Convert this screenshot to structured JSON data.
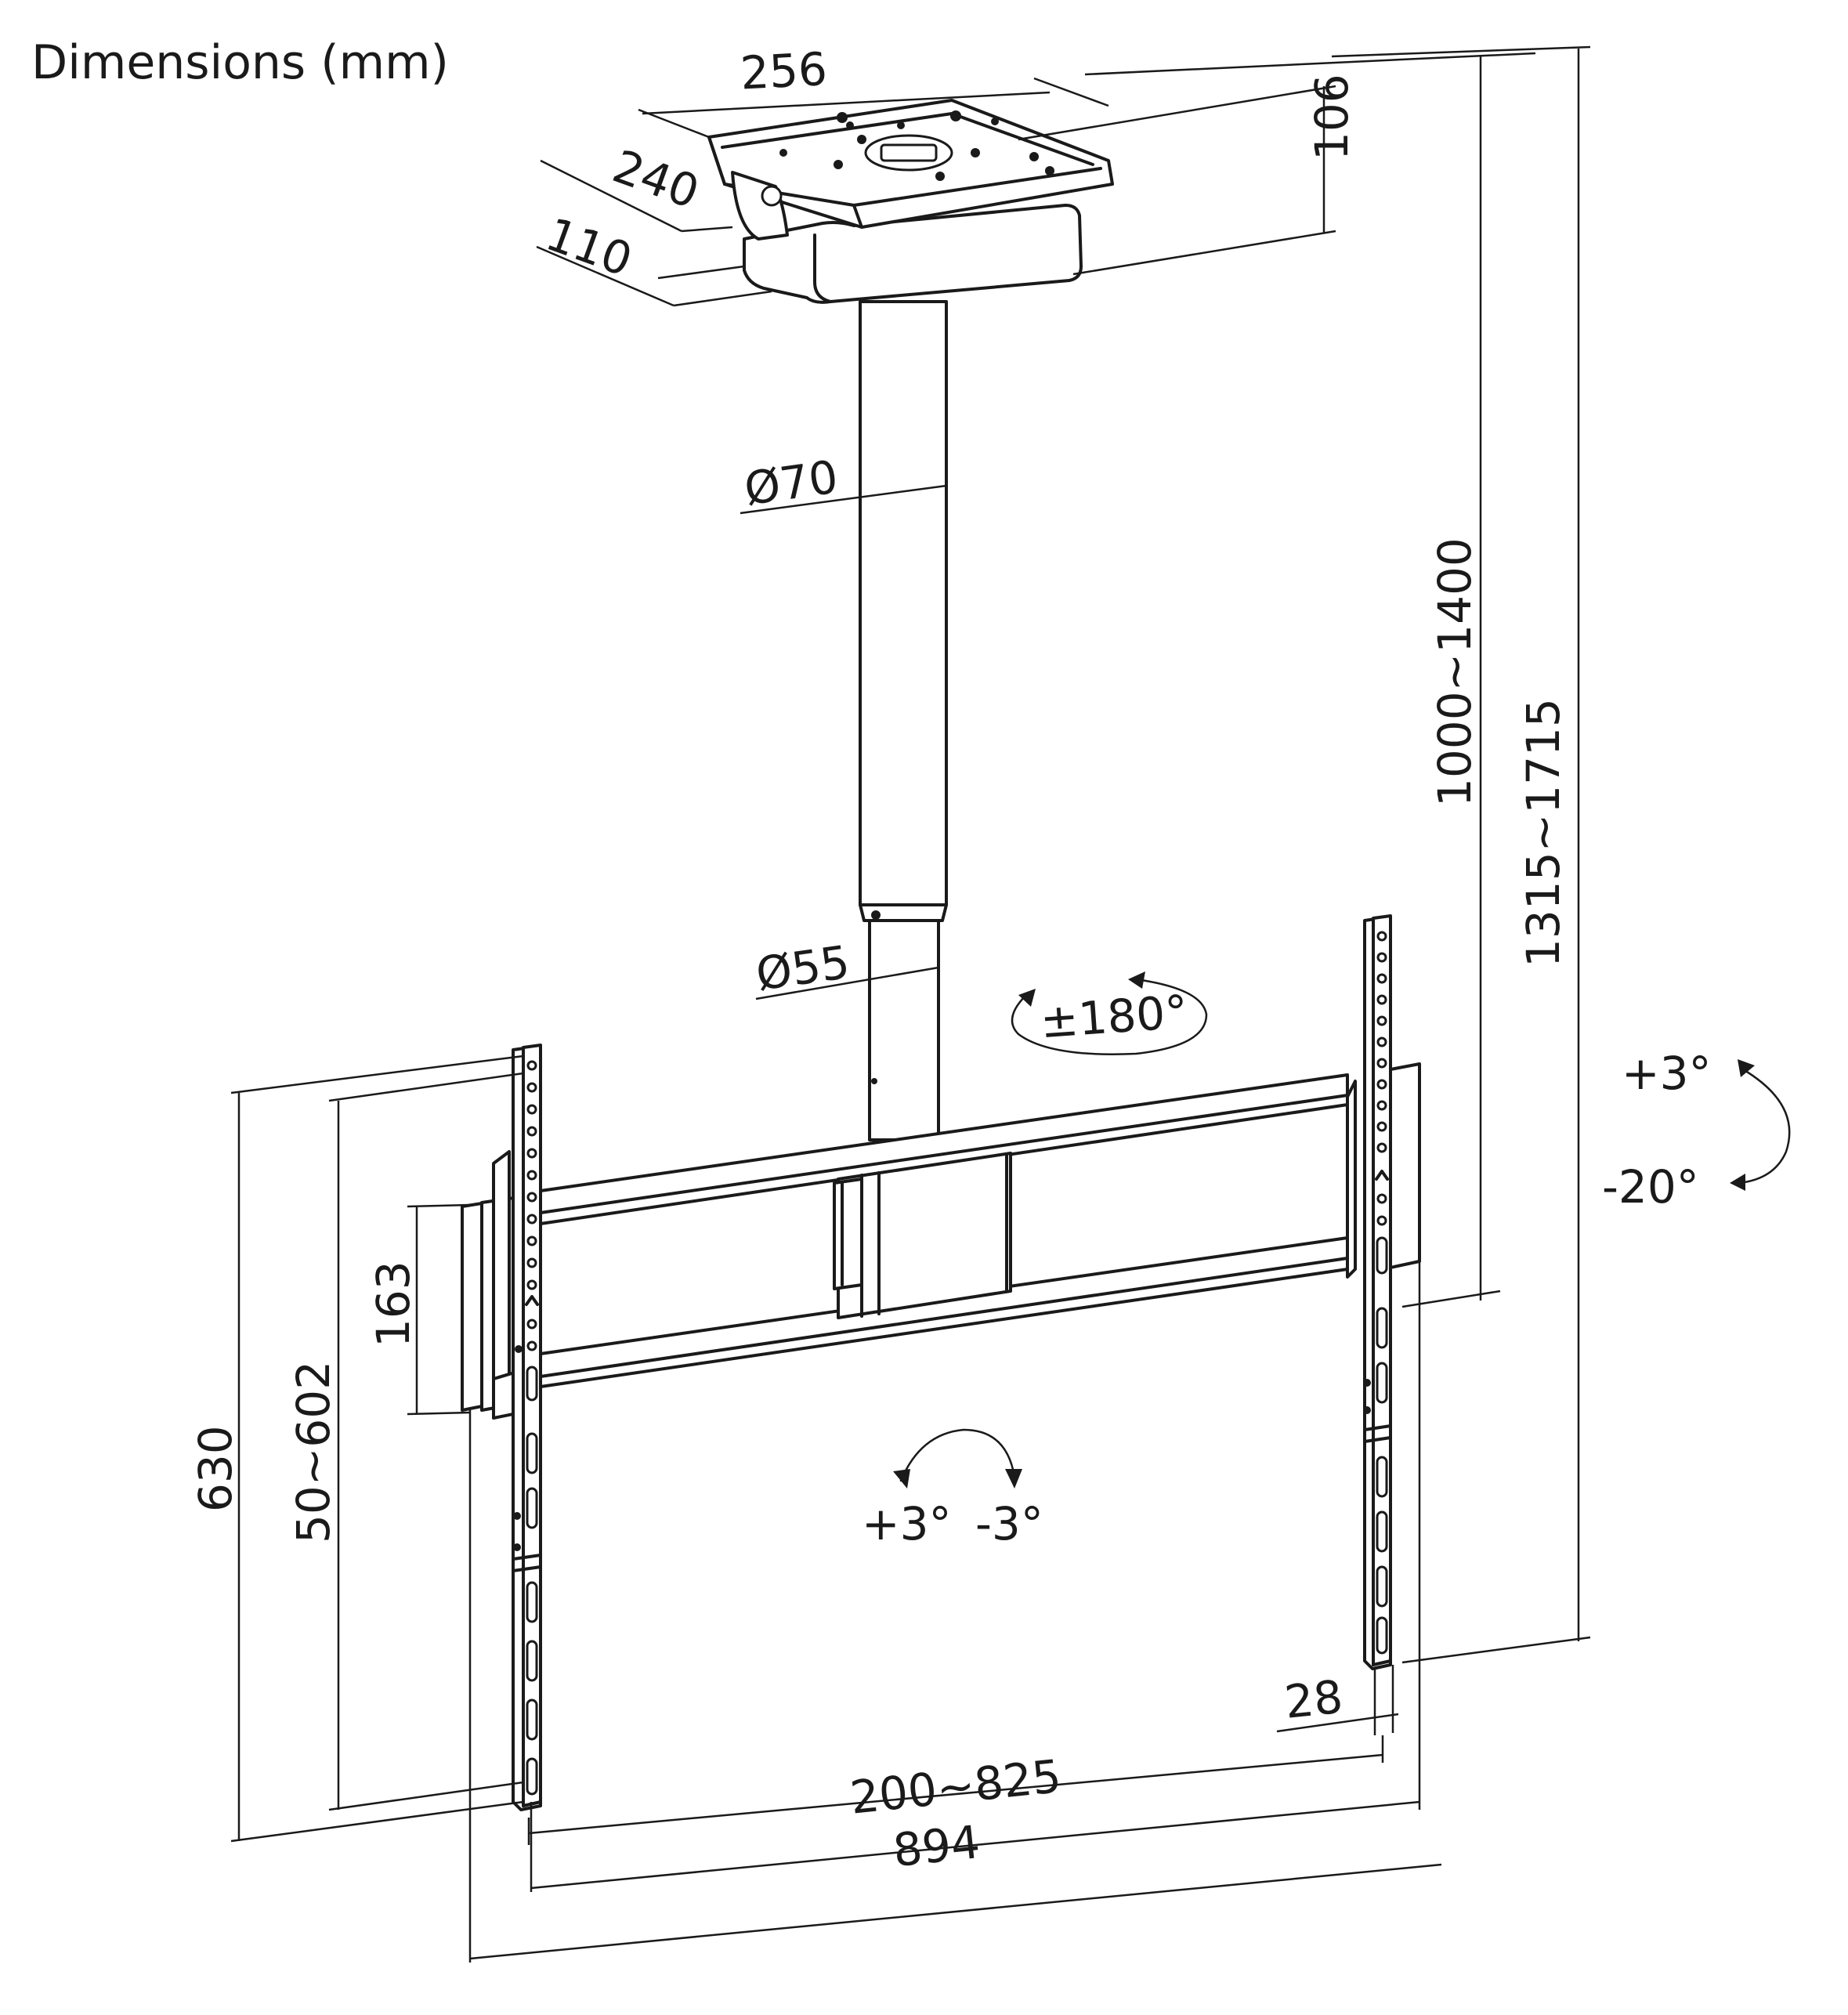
{
  "title": "Dimensions (mm)",
  "dimensions": {
    "plate_width": "256",
    "plate_depth": "240",
    "bracket_depth": "110",
    "plate_height": "106",
    "pole_outer_diameter": "Ø70",
    "pole_inner_diameter": "Ø55",
    "swivel": "±180°",
    "pole_length": "1000~1400",
    "overall_height": "1315~1715",
    "tilt_up": "+3°",
    "tilt_down": "-20°",
    "bracket_height": "163",
    "vesa_vertical": "50~602",
    "overall_frame_height": "630",
    "level_plus": "+3°",
    "level_minus": "-3°",
    "arm_depth": "28",
    "vesa_horizontal": "200~825",
    "frame_width": "894"
  }
}
